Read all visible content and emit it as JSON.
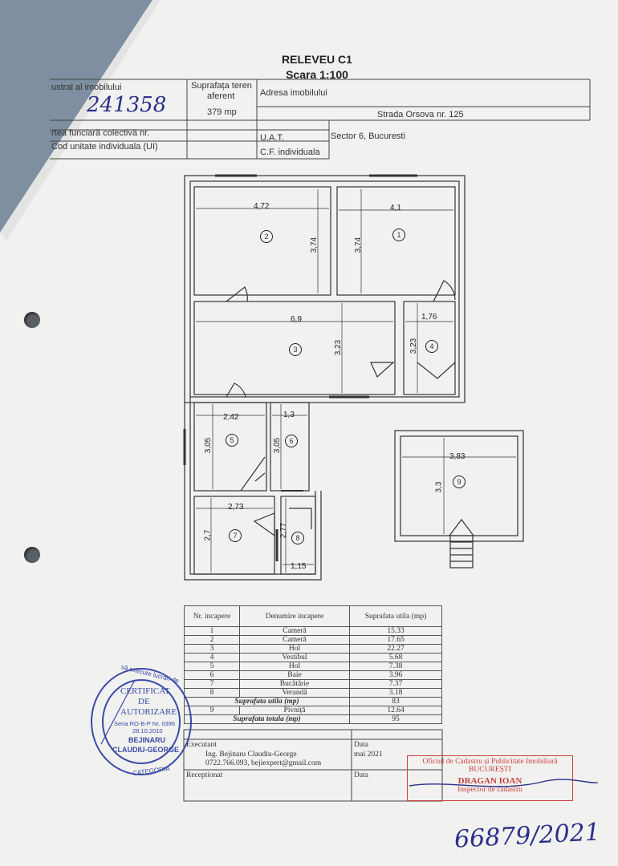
{
  "title": "RELEVEU C1",
  "scale": "Scara 1:100",
  "header": {
    "nr_cadastral_label": "ustral al imobilului",
    "nr_cadastral_value": "241358",
    "suprafata_label_1": "Suprafața teren",
    "suprafata_label_2": "aferent",
    "suprafata_value": "379 mp",
    "adresa_label": "Adresa imobilului",
    "adresa_value": "Strada Orsova nr. 125",
    "carte_funciara_label": "rtea funciară colectivă nr.",
    "cod_ui_label": "Cod unitate individuala (UI)",
    "uat_label": "U.A.T.",
    "uat_value": "Sector 6, Bucuresti",
    "cf_label": "C.F. individuala"
  },
  "plan": {
    "dims": [
      "4,72",
      "3,74",
      "4,1",
      "3,74",
      "6,9",
      "3,23",
      "1,76",
      "3,23",
      "2,42",
      "3,05",
      "1,3",
      "3,05",
      "2,73",
      "2,7",
      "2,77",
      "1,15",
      "3,83",
      "3,3"
    ],
    "room_numbers": [
      "1",
      "2",
      "3",
      "4",
      "5",
      "6",
      "7",
      "8",
      "9"
    ]
  },
  "table": {
    "headers": [
      "Nr. incapere",
      "Denumire incapere",
      "Suprafata utila (mp)"
    ],
    "rows": [
      {
        "nr": "1",
        "name": "Cameră",
        "area": "15.33"
      },
      {
        "nr": "2",
        "name": "Cameră",
        "area": "17.65"
      },
      {
        "nr": "3",
        "name": "Hol",
        "area": "22.27"
      },
      {
        "nr": "4",
        "name": "Vestibul",
        "area": "5.68"
      },
      {
        "nr": "5",
        "name": "Hol",
        "area": "7.38"
      },
      {
        "nr": "6",
        "name": "Baie",
        "area": "3.96"
      },
      {
        "nr": "7",
        "name": "Bucătărie",
        "area": "7.37"
      },
      {
        "nr": "8",
        "name": "Verandă",
        "area": "3.18"
      }
    ],
    "utila_label": "Suprafata utila (mp)",
    "utila_value": "83",
    "row9": {
      "nr": "9",
      "name": "Pivniță",
      "area": "12.64"
    },
    "totala_label": "Suprafata totala (mp)",
    "totala_value": "95"
  },
  "footer": {
    "executant_label": "Executant",
    "data_label": "Data",
    "data_value": "mai 2021",
    "executant_name": "Ing. Bejinaru Claudiu-George",
    "executant_contact": "0722.766.093, bejiexpert@gmail.com",
    "receptionat_label": "Receptionat",
    "data2_label": "Data"
  },
  "stamp_blue": {
    "line1": "CERTIFICAT",
    "line2": "DE",
    "line3": "AUTORIZARE",
    "serie": "Seria RO-B-P Nr. 0396",
    "date": "28.10.2010",
    "name1": "BEJINARU",
    "name2": "CLAUDIU-GEORGE",
    "ring_top": "să execute lucrări de",
    "ring_bottom": "CATEGORIA"
  },
  "stamp_red": {
    "line1": "Oficiul de Cadastru și Publicitate Imobiliară",
    "line2": "BUCUREȘTI",
    "line3": "DRAGAN IOAN",
    "line4": "Inspector de cadastru"
  },
  "handwritten_number": "66879/2021",
  "colors": {
    "paper": "#f2f2f0",
    "background": "#7d8fa0",
    "stamp_blue": "#3a4aa8",
    "stamp_red": "#c94040"
  }
}
